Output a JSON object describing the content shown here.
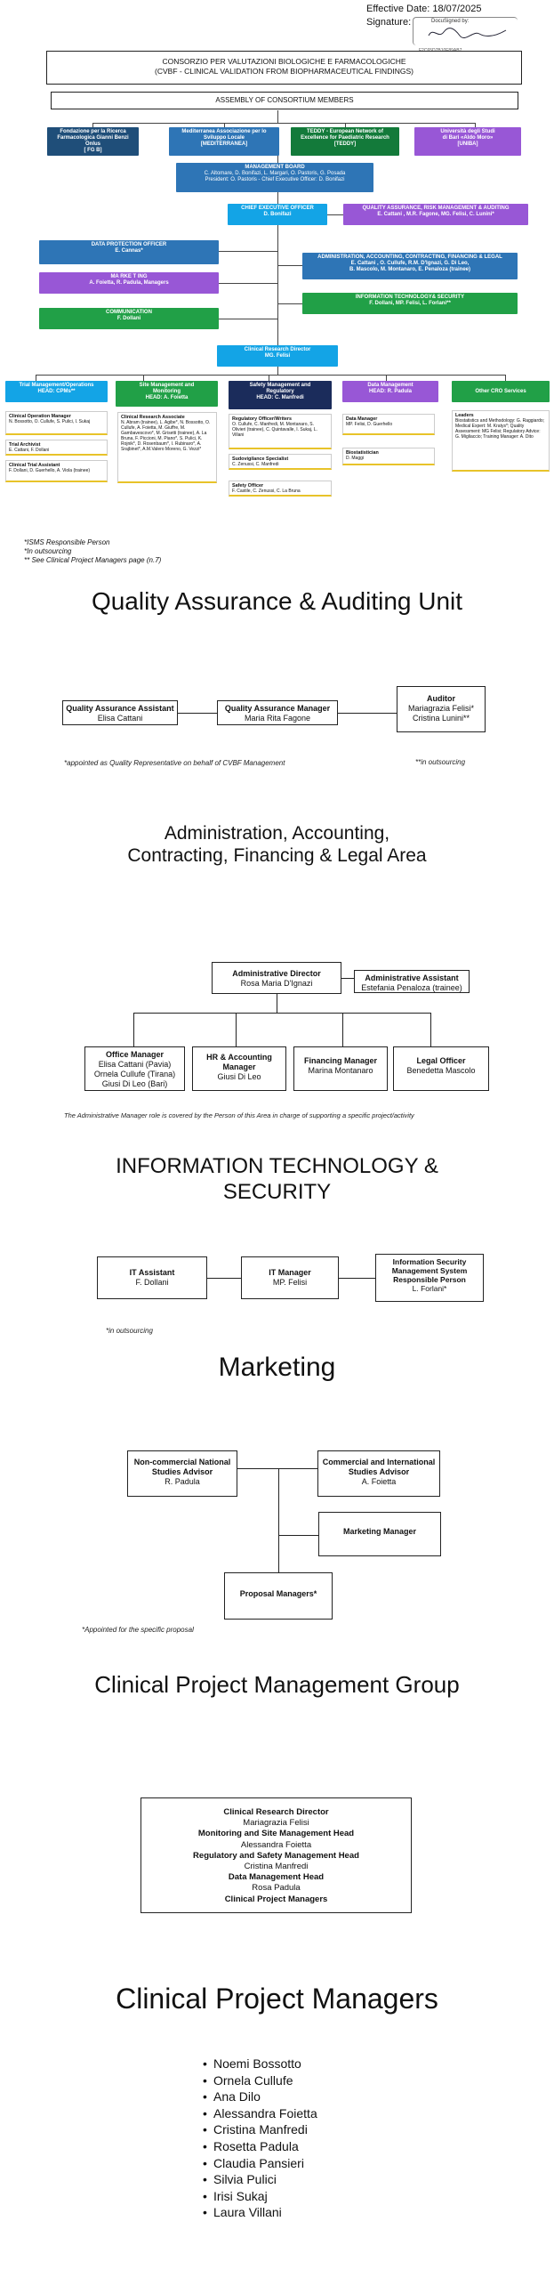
{
  "header": {
    "effective_date": "Effective Date: 18/07/2025",
    "signature_label": "Signature:",
    "docusigned": "DocuSigned by:",
    "docusign_id": "F2C65D7B10F89AB7"
  },
  "consortium": {
    "line1": "CONSORZIO PER VALUTAZIONI BIOLOGICHE E FARMACOLOGICHE",
    "line2": "(CVBF - CLINICAL VALIDATION FROM BIOPHARMACEUTICAL FINDINGS)"
  },
  "assembly": "ASSEMBLY OF CONSORTIUM MEMBERS",
  "members": [
    {
      "l1": "Fondazione per la Ricerca",
      "l2": "Farmacologica Gianni Benzi Onlus",
      "l3": "[ FG B]"
    },
    {
      "l1": "Mediterranea Associazione per lo",
      "l2": "Sviluppo Locale",
      "l3": "[MEDITERRANEA]"
    },
    {
      "l1": "TEDDY - European Network of",
      "l2": "Excellence for Paediatric Research",
      "l3": "[TEDDY]"
    },
    {
      "l1": "Università degli Studi",
      "l2": "di Bari «Aldo Moro»",
      "l3": "[UNIBA]"
    }
  ],
  "board": {
    "title": "MANAGEMENT BOARD",
    "l1": "C. Altomare, D. Bonifazi, L. Margari, O. Pastoris, G. Posada",
    "l2": "President: O. Pastoris - Chief Executive Officer: D. Bonifazi"
  },
  "ceo": {
    "title": "CHIEF EXECUTIVE OFFICER",
    "name": "D. Bonifazi"
  },
  "qa_box": {
    "title": "QUALITY ASSURANCE, RISK MANAGEMENT & AUDITING",
    "names": "E. Cattani , M.R. Fagone, MG. Felisi, C. Lunini*"
  },
  "dpo": {
    "title": "DATA PROTECTION OFFICER",
    "name": "E. Cannas*"
  },
  "marketing_box": {
    "title": "MA RKE T ING",
    "names": "A. Foietta, R. Padula, Managers"
  },
  "communication_box": {
    "title": "COMMUNICATION",
    "name": "F. Dollani"
  },
  "admin_box": {
    "title": "ADMINISTRATION, ACCOUNTING, CONTRACTING, FINANCING & LEGAL",
    "l1": "E. Cattani , O. Cullufe, R.M. D'Ignazi, G. Di Leo,",
    "l2": "B. Mascolo, M. Montanaro, E. Penaloza (trainee)"
  },
  "it_box": {
    "title": "INFORMATION TECHNOLOGY& SECURITY",
    "names": "F. Dollani, MP. Felisi, L. Forlani**"
  },
  "crd": {
    "title": "Clinical Research Director",
    "name": "MG. Felisi"
  },
  "units": [
    {
      "l1": "Trial Management/Operations",
      "l2": "HEAD: CPMs**"
    },
    {
      "l1": "Site Management and",
      "l2": "Monitoring",
      "l3": "HEAD: A. Foietta"
    },
    {
      "l1": "Safety Management and",
      "l2": "Regulatory",
      "l3": "HEAD: C. Manfredi"
    },
    {
      "l1": "Data Management",
      "l2": "HEAD: R. Padula"
    },
    {
      "l1": "Other CRO Services"
    }
  ],
  "unit_boxes": {
    "trial": [
      {
        "h": "Clinical Operation Manager",
        "t": "N. Bossotto, O. Cullufe, S. Pulici, I. Sukaj"
      },
      {
        "h": "Trial Archivist",
        "t": "E. Cattani, F. Dollani"
      },
      {
        "h": "Clinical Trial Assistant",
        "t": "F. Dollani, D. Guerhello, A. Viola (trainee)"
      }
    ],
    "site": [
      {
        "h": "Clinical Research Associate",
        "t": "N. Abram (trainee), L. Agibe*, N. Bossotto, O. Cullufe, A. Foietta, M. Giuffre, M. Gambavescovo*, M. Grisetti (trainee), A. La Bruna, F. Piccioni, M. Piano*, S. Pulici, K. Rojnik*, D. Rosenbaum*, I. Rubinaro*, A. Srajbinet*, A.M.Valero Moreno, G. Vezzi*"
      }
    ],
    "safety": [
      {
        "h": "Regulatory Officer/Writers",
        "t": "O. Cullufe, C. Manfredi, M. Montanaro, S. Olivieri (trainee), C. Quintavalle, I. Sukaj, L. Villani"
      },
      {
        "h": "Sudovigilance Specialist",
        "t": "C. Zenussi, C. Manfredi"
      },
      {
        "h": "Safety Officer",
        "t": "F. Castile, C. Zenussi, C. La Bruna"
      }
    ],
    "data": [
      {
        "h": "Data Manager",
        "t": "MP. Felisi, D. Guerhello"
      },
      {
        "h": "Biostatistician",
        "t": "D. Maggi"
      }
    ],
    "other": [
      {
        "h": "Leaders",
        "t": "Biostatistics and Methodology: G. Raggiardo; Medical Expert: M. Kratys*; Quality Assessment: MG Felisi; Regulatory Advice: G. Migliaccio; Training Manager: A. Dito"
      }
    ]
  },
  "footnotes": {
    "n1": "*ISMS Responsible Person",
    "n2": "*In outsourcing",
    "n3": "** See Clinical Project Managers page (n.7)"
  },
  "qa_section": {
    "title": "Quality Assurance & Auditing Unit",
    "assistant_title": "Quality Assurance Assistant",
    "assistant_name": "Elisa Cattani",
    "manager_title": "Quality Assurance Manager",
    "manager_name": "Maria Rita Fagone",
    "auditor_title": "Auditor",
    "auditor_name1": "Mariagrazia Felisi*",
    "auditor_name2": "Cristina Lunini**",
    "note1": "*appointed as Quality Representative on behalf of CVBF Management",
    "note2": "**in outsourcing"
  },
  "admin_section": {
    "title_l1": "Administration, Accounting,",
    "title_l2": "Contracting, Financing & Legal Area",
    "director_title": "Administrative Director",
    "director_name": "Rosa Maria D'Ignazi",
    "assistant_title": "Administrative Assistant",
    "assistant_name": "Estefania Penaloza (trainee)",
    "office_title": "Office Manager",
    "office_n1": "Elisa Cattani (Pavia)",
    "office_n2": "Ornela Cullufe (Tirana)",
    "office_n3": "Giusi Di Leo (Bari)",
    "hr_title": "HR & Accounting Manager",
    "hr_name": "Giusi Di Leo",
    "fin_title": "Financing Manager",
    "fin_name": "Marina Montanaro",
    "legal_title": "Legal Officer",
    "legal_name": "Benedetta Mascolo",
    "note": "The Administrative Manager role is covered by the Person of this Area in charge of supporting a specific project/activity"
  },
  "it_section": {
    "title_l1": "INFORMATION TECHNOLOGY &",
    "title_l2": "SECURITY",
    "assistant_title": "IT Assistant",
    "assistant_name": "F. Dollani",
    "manager_title": "IT Manager",
    "manager_name": "MP. Felisi",
    "isms_title": "Information Security Management System Responsible Person",
    "isms_name": "L. Forlani*",
    "note": "*in outsourcing"
  },
  "mkt_section": {
    "title": "Marketing",
    "ncs_title": "Non-commercial National Studies Advisor",
    "ncs_name": "R. Padula",
    "cis_title": "Commercial and International Studies Advisor",
    "cis_name": "A. Foietta",
    "mm_title": "Marketing Manager",
    "pm_title": "Proposal Managers*",
    "note": "*Appointed for the specific proposal"
  },
  "cpmg_section": {
    "title": "Clinical Project Management Group",
    "rows": [
      {
        "b": "Clinical Research Director"
      },
      {
        "n": "Mariagrazia Felisi"
      },
      {
        "b": "Monitoring and Site Management Head"
      },
      {
        "n": "Alessandra Foietta"
      },
      {
        "b": "Regulatory and Safety Management Head"
      },
      {
        "n": "Cristina Manfredi"
      },
      {
        "b": "Data Management Head"
      },
      {
        "n": "Rosa Padula"
      },
      {
        "b": "Clinical Project Managers"
      }
    ]
  },
  "cpm_section": {
    "title": "Clinical Project Managers",
    "names": [
      "Noemi Bossotto",
      "Ornela Cullufe",
      "Ana Dilo",
      "Alessandra Foietta",
      "Cristina Manfredi",
      "Rosetta Padula",
      "Claudia Pansieri",
      "Silvia Pulici",
      "Irisi Sukaj",
      "Laura Villani"
    ]
  }
}
